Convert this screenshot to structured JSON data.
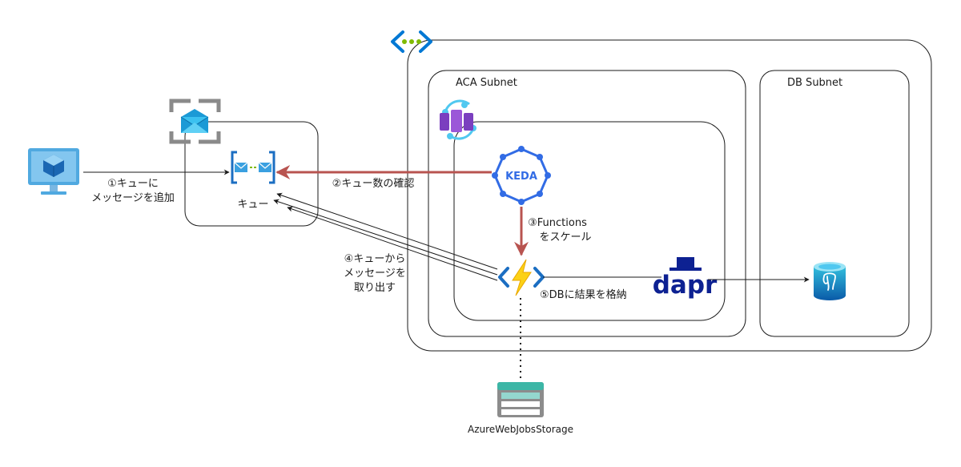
{
  "labels": {
    "aca_subnet": "ACA Subnet",
    "db_subnet": "DB Subnet",
    "queue": "キュー",
    "step1_line1": "①キューに",
    "step1_line2": "メッセージを追加",
    "step2": "②キュー数の確認",
    "step3_line1": "③Functions",
    "step3_line2": "をスケール",
    "step4_line1": "④キューから",
    "step4_line2": "メッセージを",
    "step4_line3": "取り出す",
    "step5": "⑤DBに結果を格納",
    "keda": "KEDA",
    "dapr": "dapr",
    "storage": "AzureWebJobsStorage"
  },
  "icons": {
    "vnet": "vnet-icon",
    "vm": "virtual-machine-icon",
    "service_bus": "service-bus-icon",
    "queue": "queue-icon",
    "container_apps": "container-apps-environment-icon",
    "keda": "keda-icon",
    "functions": "function-app-icon",
    "dapr": "dapr-icon",
    "postgres": "postgresql-icon",
    "storage": "storage-account-icon"
  },
  "colors": {
    "arrow_red": "#b85450",
    "line_dark": "#1a1a1a",
    "azure_blue": "#0078d4",
    "keda_blue": "#326ce5",
    "functions_yellow": "#fcd116",
    "dapr_navy": "#0d2192",
    "vnet_green": "#7fba00"
  }
}
